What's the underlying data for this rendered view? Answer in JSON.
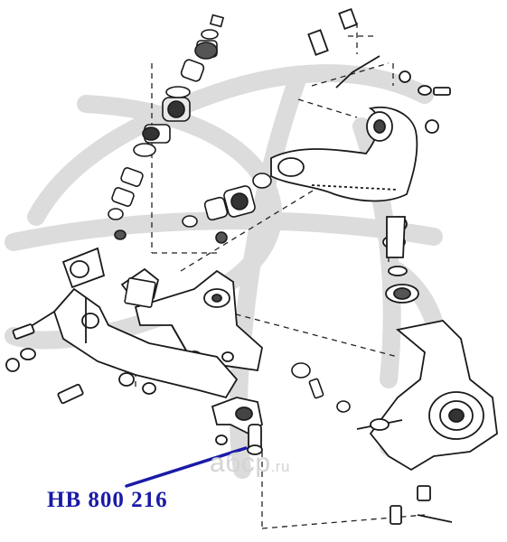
{
  "diagram": {
    "part_number": "HB 800 216",
    "watermark_text": "aбcp",
    "watermark_suffix": ".ru"
  },
  "colors": {
    "line": "#1a1a1a",
    "leader": "#1a1aa8",
    "watermark": "#d9d9d9",
    "label": "#1a1aa8"
  }
}
